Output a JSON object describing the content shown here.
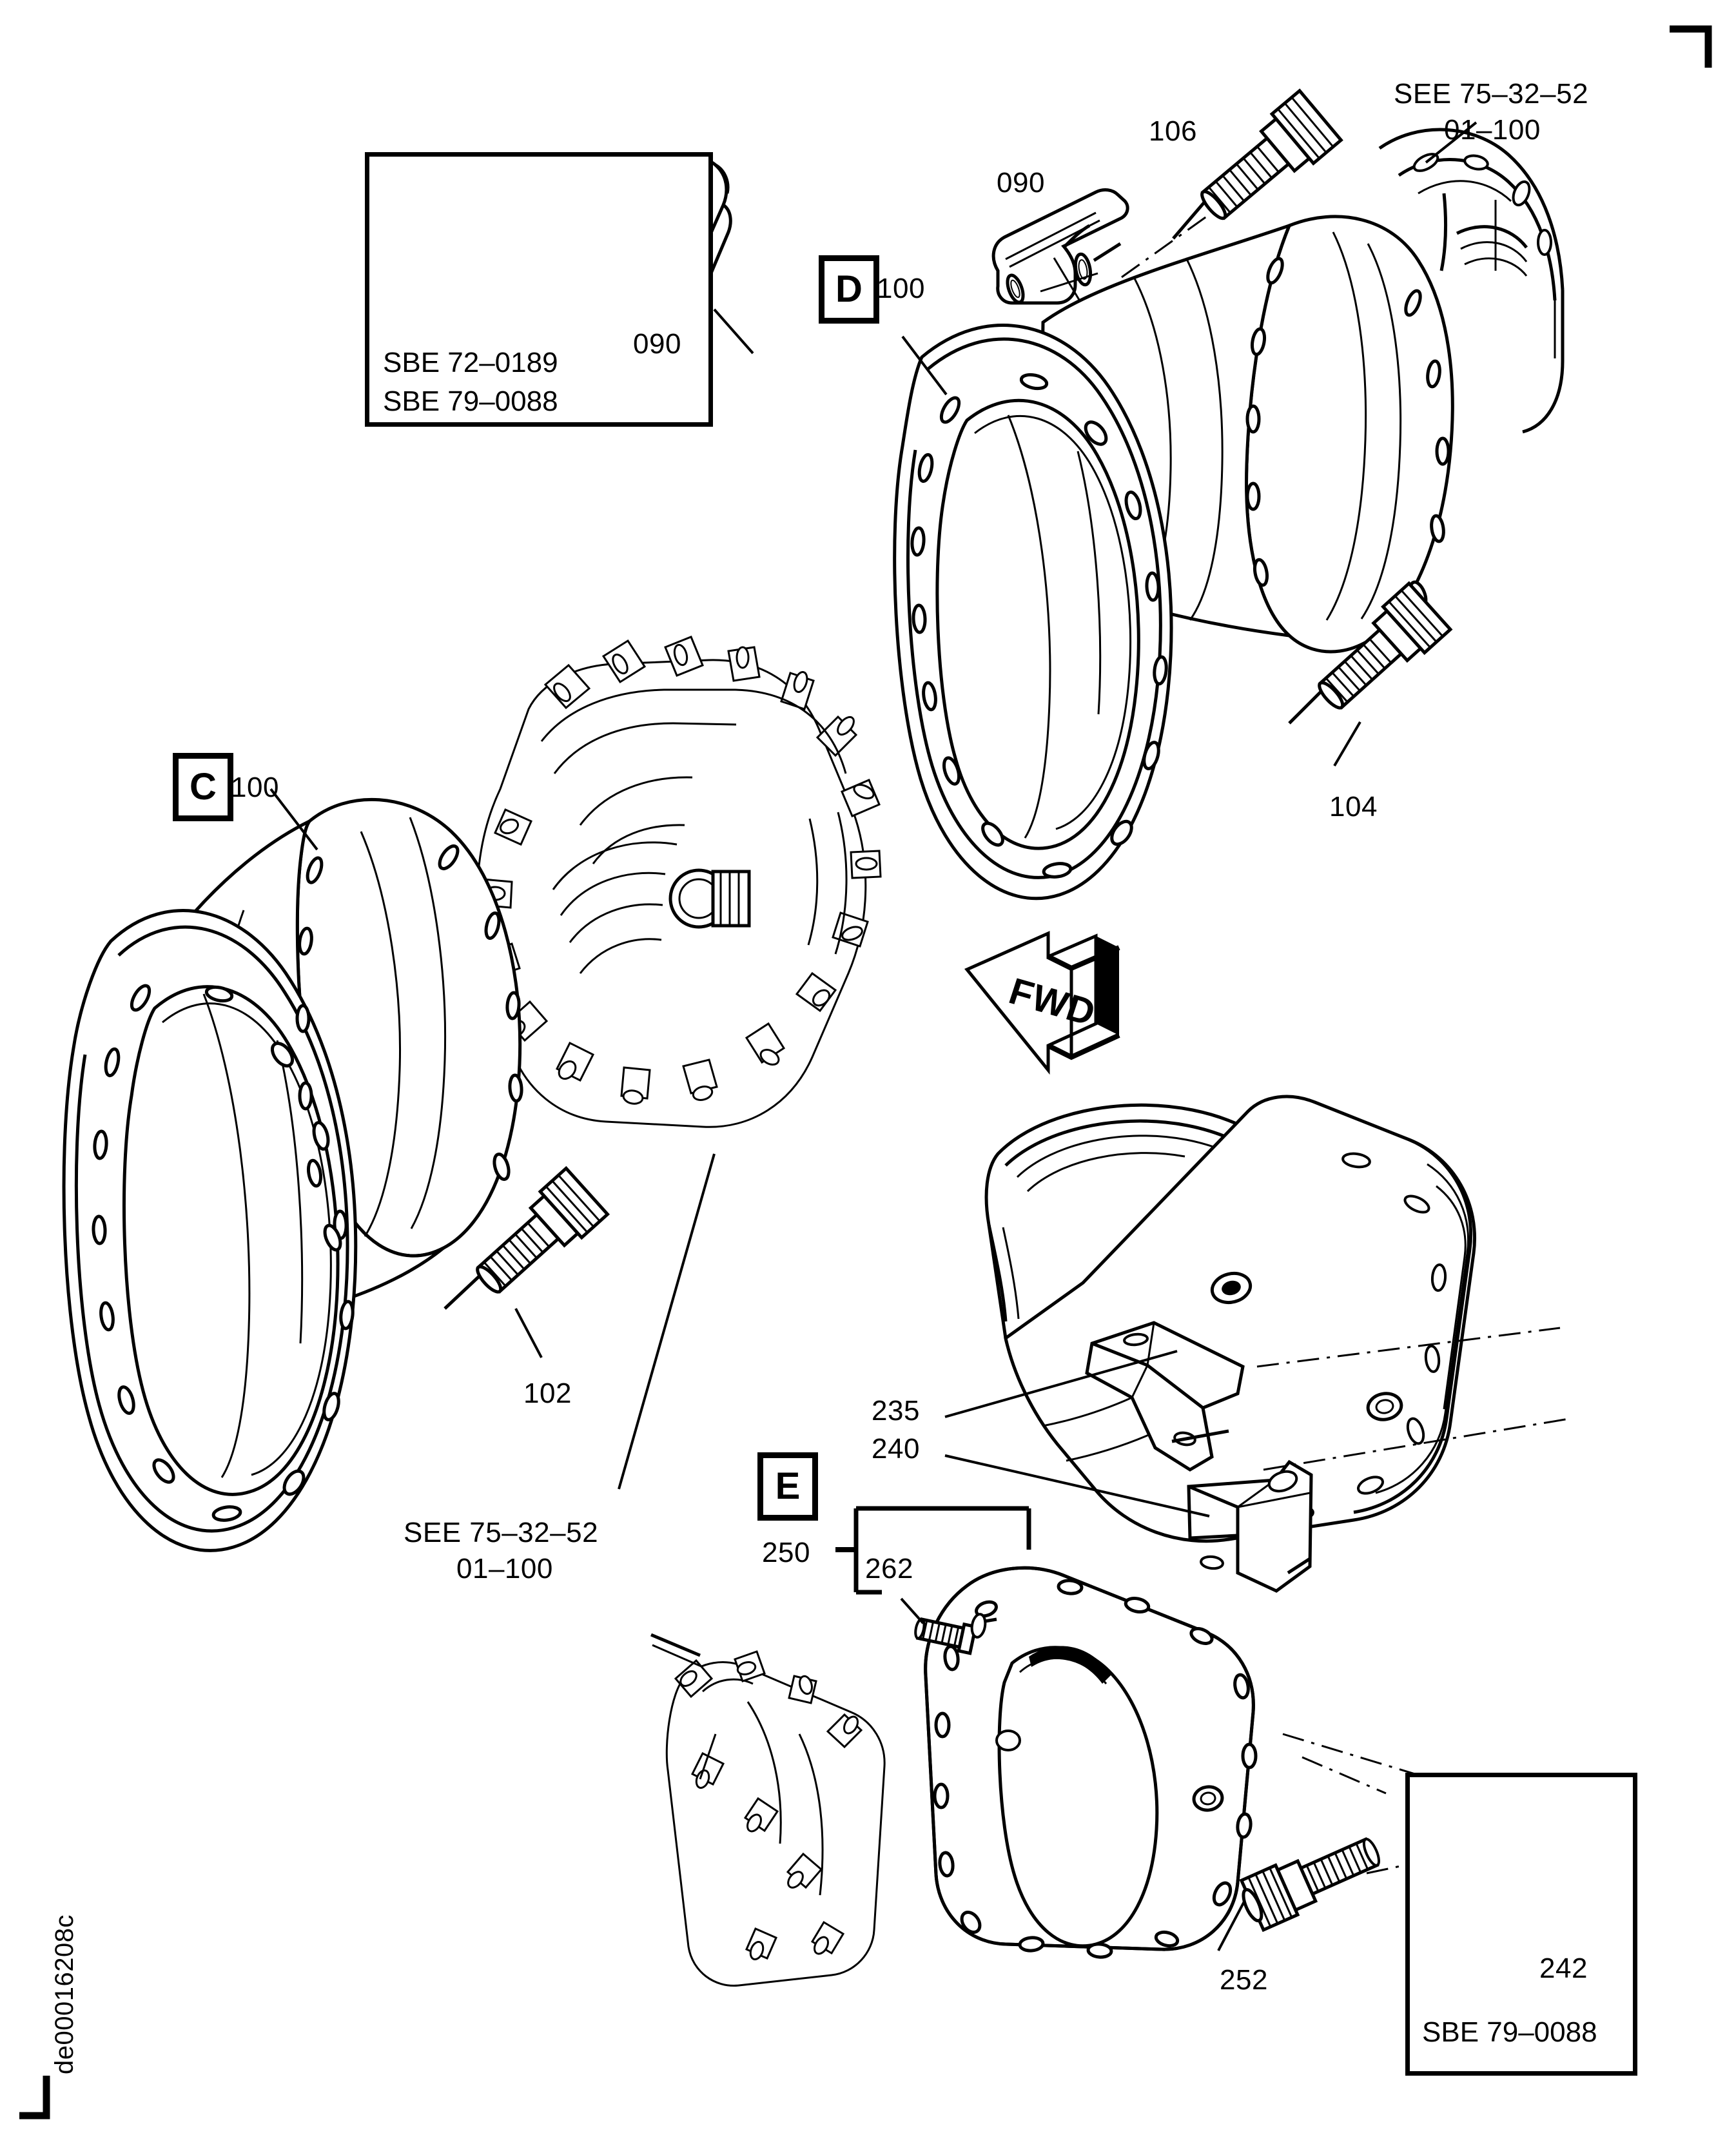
{
  "document": {
    "type": "aircraft-parts-exploded-view",
    "figure_id": "de00016208c",
    "corner_mark": "registration-corner"
  },
  "insets": {
    "top_left": {
      "name": "bracket-detail-inset",
      "item_number": "090",
      "notes": [
        "SBE 72–0189",
        "SBE 79–0088"
      ]
    },
    "bottom_right": {
      "name": "clevis-bracket-detail-inset",
      "item_number": "242",
      "notes": [
        "SBE 79–0088"
      ]
    }
  },
  "sections": {
    "c": {
      "letter": "C",
      "item_number": "100",
      "callouts": [
        {
          "id": "102",
          "name": "bolt-102"
        }
      ],
      "reference": {
        "line1": "SEE 75–32–52",
        "line2": "01–100"
      }
    },
    "d": {
      "letter": "D",
      "item_number": "100",
      "callouts": [
        {
          "id": "090",
          "name": "bracket-090"
        },
        {
          "id": "106",
          "name": "bolt-106"
        },
        {
          "id": "104",
          "name": "bolt-104"
        }
      ],
      "reference": {
        "line1": "SEE 75–32–52",
        "line2": "01–100"
      }
    },
    "e": {
      "letter": "E",
      "group_number": "250",
      "callouts": [
        {
          "id": "235",
          "name": "bracket-235"
        },
        {
          "id": "240",
          "name": "bracket-240"
        },
        {
          "id": "262",
          "name": "screw-262"
        },
        {
          "id": "252",
          "name": "bolt-252"
        },
        {
          "id": "242",
          "name": "clevis-242"
        }
      ]
    }
  },
  "orientation": {
    "arrow_label": "FWD",
    "name": "forward-direction-arrow"
  },
  "labels": {
    "n090_inset": "090",
    "n090_d": "090",
    "n100_c": "100",
    "n100_d": "100",
    "n102": "102",
    "n104": "104",
    "n106": "106",
    "n235": "235",
    "n240": "240",
    "n242": "242",
    "n250": "250",
    "n252": "252",
    "n262": "262",
    "letter_c": "C",
    "letter_d": "D",
    "letter_e": "E",
    "see_ref_top_l1": "SEE 75–32–52",
    "see_ref_top_l2": "01–100",
    "see_ref_left_l1": "SEE 75–32–52",
    "see_ref_left_l2": "01–100",
    "sbe_72_0189": "SBE 72–0189",
    "sbe_79_0088_top": "SBE 79–0088",
    "sbe_79_0088_bottom": "SBE 79–0088",
    "fwd": "FWD",
    "figure_code": "de00016208c"
  },
  "colors": {
    "line": "#000000",
    "background": "#ffffff"
  }
}
